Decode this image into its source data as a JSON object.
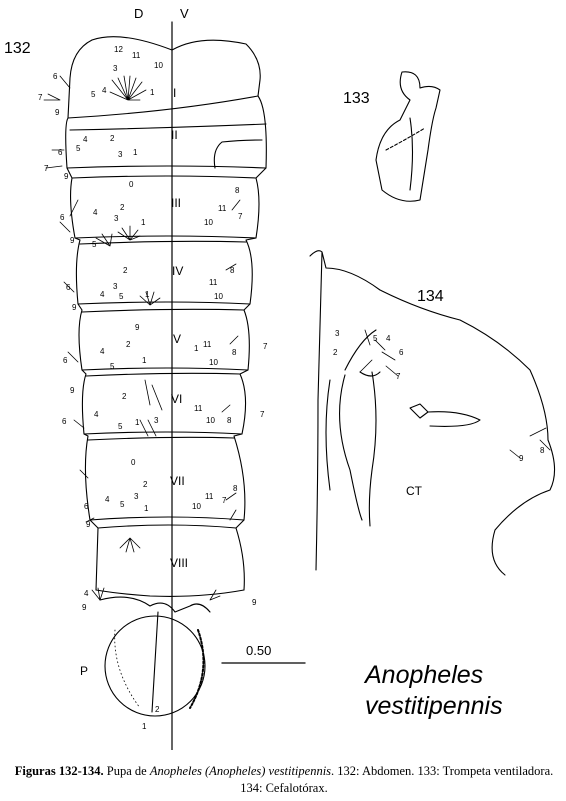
{
  "figure": {
    "panel_132": {
      "number": "132",
      "dorsal": "D",
      "ventral": "V",
      "segments": [
        "I",
        "II",
        "III",
        "IV",
        "V",
        "VI",
        "VII",
        "VIII"
      ],
      "paddle": "P",
      "setae": {
        "seg1": [
          "12",
          "11",
          "10",
          "3",
          "6",
          "7",
          "5",
          "4",
          "1",
          "9"
        ],
        "seg2": [
          "4",
          "2",
          "5",
          "6",
          "7",
          "3",
          "1",
          "9"
        ],
        "seg3": [
          "0",
          "2",
          "4",
          "3",
          "1",
          "6",
          "9",
          "5",
          "8",
          "11",
          "10",
          "7"
        ],
        "seg4": [
          "2",
          "3",
          "6",
          "4",
          "5",
          "1",
          "9",
          "8",
          "11",
          "10"
        ],
        "seg5": [
          "2",
          "4",
          "1",
          "6",
          "5",
          "9",
          "1",
          "11",
          "10",
          "8",
          "7"
        ],
        "seg6": [
          "2",
          "4",
          "1",
          "3",
          "6",
          "5",
          "9",
          "11",
          "10",
          "8",
          "7"
        ],
        "seg7": [
          "0",
          "2",
          "3",
          "4",
          "5",
          "1",
          "6",
          "9",
          "10",
          "11",
          "7",
          "8"
        ],
        "seg8": [
          "4",
          "9",
          "9"
        ],
        "paddle": [
          "2",
          "1"
        ]
      }
    },
    "panel_133": {
      "number": "133"
    },
    "panel_134": {
      "number": "134",
      "ct": "CT",
      "setae": [
        "3",
        "5",
        "4",
        "2",
        "6",
        "7",
        "9",
        "8"
      ]
    },
    "scale": "0.50",
    "species": {
      "line1": "Anopheles",
      "line2": "vestitipennis"
    }
  },
  "caption": {
    "label": "Figuras 132-134.",
    "text1": " Pupa de ",
    "taxon": "Anopheles (Anopheles) vestitipennis",
    "text2": ". 132: Abdomen. 133: Trompeta ventiladora. 134: Cefalotórax."
  }
}
